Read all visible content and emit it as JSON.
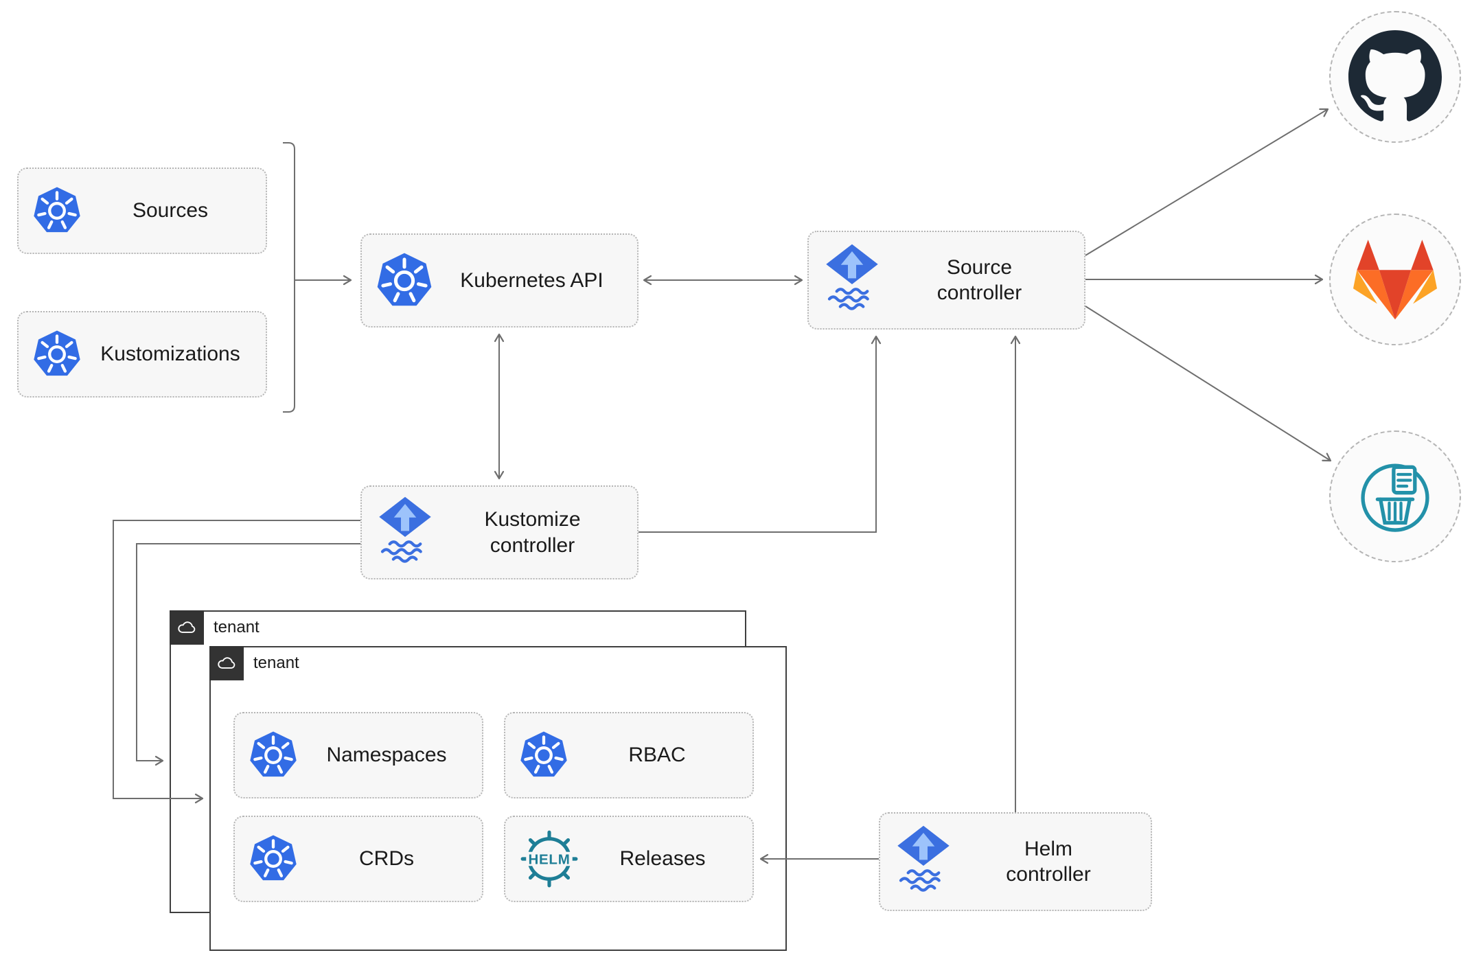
{
  "diagram": {
    "nodes": {
      "sources": "Sources",
      "kustomizations": "Kustomizations",
      "kubernetes_api": "Kubernetes API",
      "source_controller": "Source\ncontroller",
      "kustomize_controller": "Kustomize\ncontroller",
      "helm_controller": "Helm\ncontroller",
      "namespaces": "Namespaces",
      "rbac": "RBAC",
      "crds": "CRDs",
      "releases": "Releases"
    },
    "groups": {
      "tenant_back": "tenant",
      "tenant_front": "tenant"
    },
    "icons": {
      "helm_logo_text": "HELM",
      "targets": [
        "github",
        "gitlab",
        "bucket"
      ]
    },
    "colors": {
      "kubernetes_blue": "#326ce5",
      "flux_blue": "#3b6fe0",
      "flux_light_blue": "#9dc3fb",
      "helm_teal": "#1e7e96",
      "github_dark": "#1d2935",
      "gitlab_red": "#e24329",
      "gitlab_orange": "#fc6d26",
      "gitlab_yellow": "#fca326",
      "bucket_teal": "#2391a9",
      "arrow_gray": "#6e6e6e",
      "box_fill": "#f7f7f7",
      "box_border": "#b5b5b5",
      "tenant_border": "#3f3f3f",
      "tenant_header_bg": "#333333"
    }
  }
}
